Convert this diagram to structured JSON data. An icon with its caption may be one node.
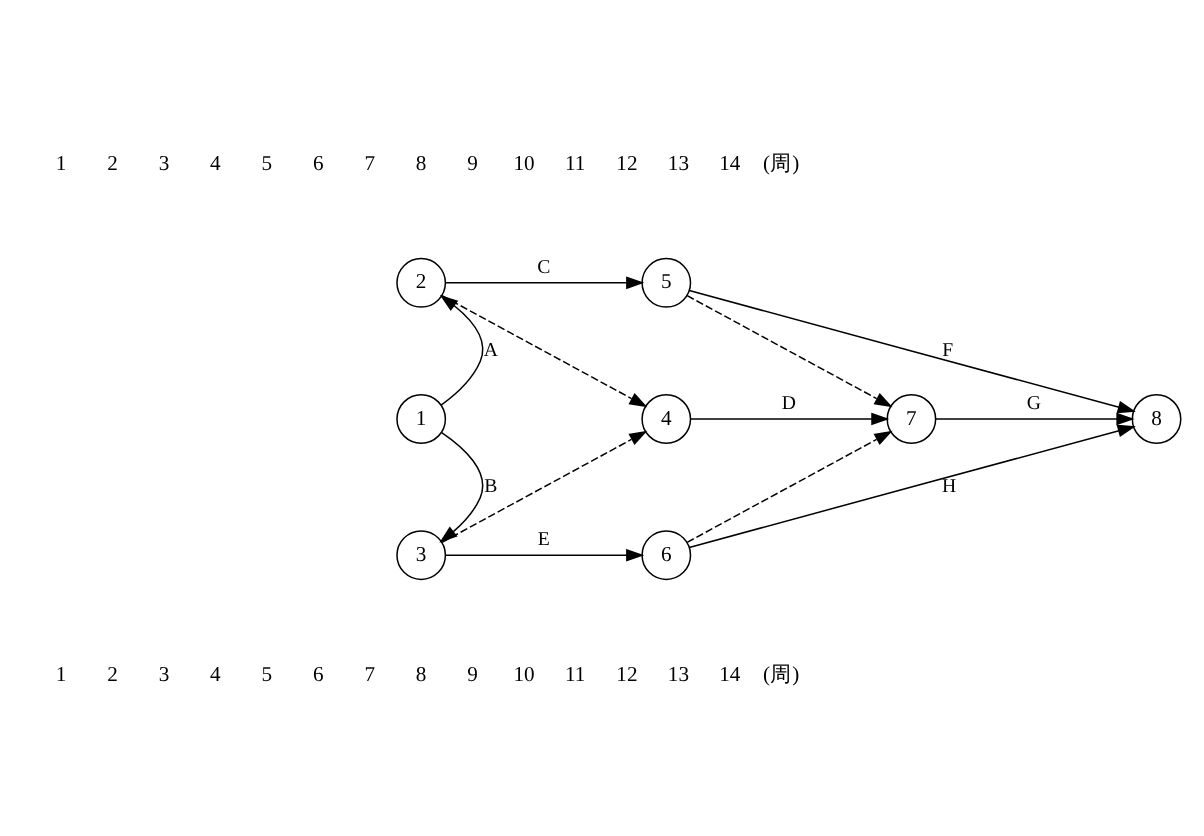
{
  "diagram": {
    "nodes": [
      {
        "text": [
          "1"
        ]
      },
      {
        "text": [
          "2"
        ]
      },
      {
        "text": [
          "3"
        ]
      },
      {
        "text": [
          "4"
        ]
      },
      {
        "text": [
          "5"
        ]
      },
      {
        "text": [
          "6"
        ]
      },
      {
        "text": [
          "7"
        ]
      },
      {
        "text": [
          "8"
        ]
      }
    ],
    "edges": [
      {
        "from": 0,
        "to": 1,
        "arrow": "to",
        "label": "A"
      },
      {
        "from": 0,
        "to": 2,
        "arrow": "to",
        "label": "B"
      },
      {
        "from": 1,
        "to": 4,
        "arrow": "to",
        "label": "C"
      },
      {
        "from": 1,
        "to": 3,
        "arrow": "to",
        "style": "dashed"
      },
      {
        "from": 2,
        "to": 3,
        "arrow": "to",
        "style": "dashed"
      },
      {
        "from": 2,
        "to": 5,
        "arrow": "to",
        "label": "E"
      },
      {
        "from": 3,
        "to": 6,
        "arrow": "to",
        "label": "D"
      },
      {
        "from": 4,
        "to": 6,
        "arrow": "to",
        "style": "dashed"
      },
      {
        "from": 4,
        "to": 7,
        "arrow": "to",
        "label": "F"
      },
      {
        "from": 5,
        "to": 6,
        "arrow": "to",
        "style": "dashed"
      },
      {
        "from": 5,
        "to": 7,
        "arrow": "to",
        "label": "H"
      },
      {
        "from": 6,
        "to": 7,
        "arrow": "to",
        "label": "G"
      }
    ],
    "labels": [
      "1",
      "2",
      "3",
      "4",
      "5",
      "6",
      "7",
      "8",
      "9",
      "10",
      "11",
      "12",
      "13",
      "14",
      "(周)",
      "1",
      "2",
      "3",
      "4",
      "5",
      "6",
      "7",
      "8",
      "9",
      "10",
      "11",
      "12",
      "13",
      "14",
      "(周)"
    ]
  }
}
